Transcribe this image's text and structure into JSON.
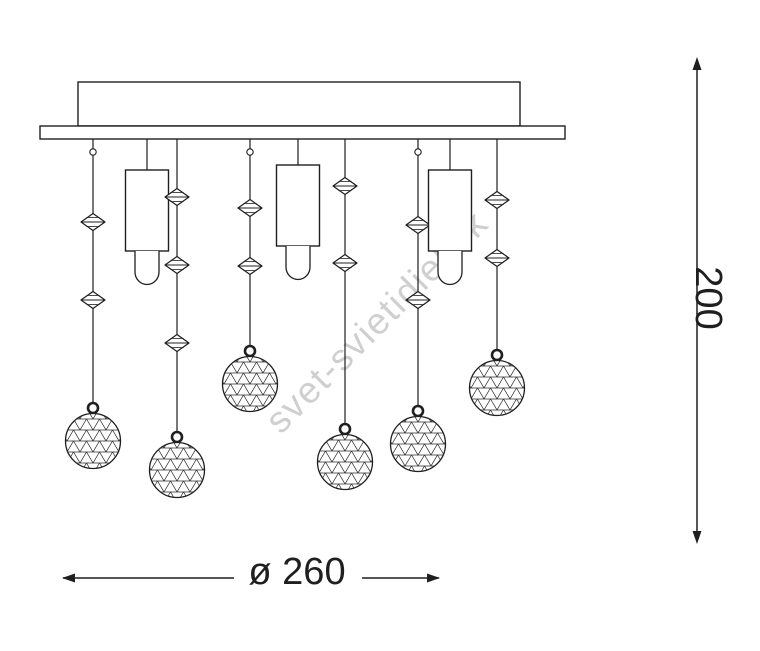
{
  "diagram": {
    "height_dimension": "200",
    "diameter_dimension": "ø 260",
    "watermark": "svet-svietidiel.sk"
  },
  "colors": {
    "line": "#1f1f1f",
    "watermark": "#c4c4c4",
    "background": "#ffffff"
  }
}
